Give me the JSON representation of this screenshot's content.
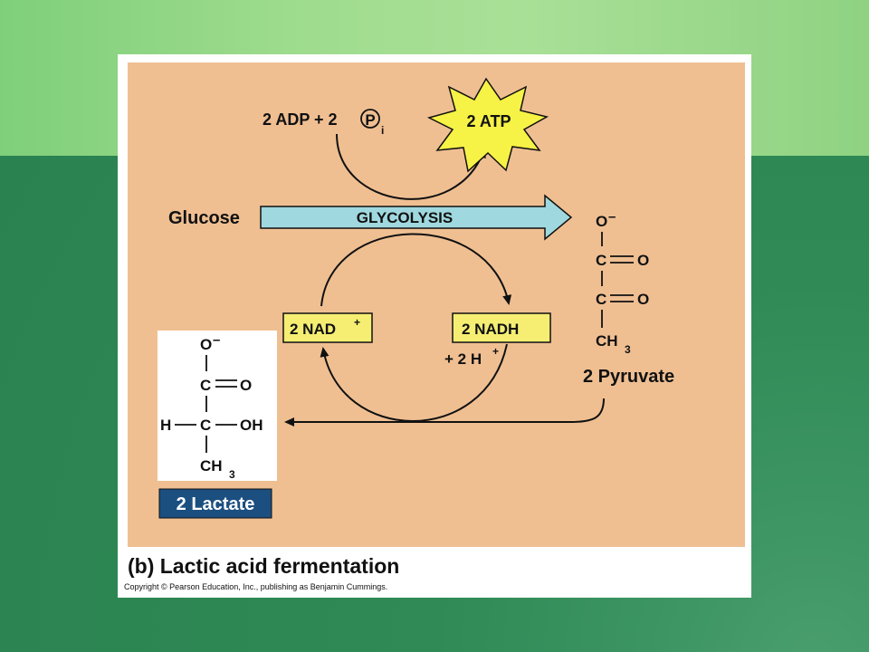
{
  "title": {
    "caption": "(b) Lactic acid fermentation",
    "copyright": "Copyright © Pearson Education, Inc., publishing as Benjamin Cummings."
  },
  "colors": {
    "panel": "#efbf92",
    "glycolysis_arrow": "#9fd9df",
    "atp_burst": "#f7f246",
    "nad_box": "#f5ee73",
    "lactate_label_bg": "#1b4f80"
  },
  "labels": {
    "glucose": "Glucose",
    "glycolysis": "GLYCOLYSIS",
    "adp_left": "2 ADP + 2",
    "phosphate": "P",
    "phosphate_sub": "i",
    "atp": "2 ATP",
    "nad": "2 NAD",
    "nad_sup": "+",
    "nadh": "2 NADH",
    "h_plus": "+ 2 H",
    "h_sup": "+",
    "pyruvate": "2 Pyruvate",
    "lactate": "2 Lactate"
  },
  "pyruvate_structure": {
    "o_minus": "O",
    "minus": "–",
    "c1": "C",
    "c1_o": "O",
    "c2": "C",
    "c2_o": "O",
    "ch3": "CH",
    "ch3_sub": "3"
  },
  "lactate_structure": {
    "o_minus": "O",
    "minus": "–",
    "c1": "C",
    "c1_o": "O",
    "h": "H",
    "c2": "C",
    "oh": "OH",
    "ch3": "CH",
    "ch3_sub": "3"
  }
}
